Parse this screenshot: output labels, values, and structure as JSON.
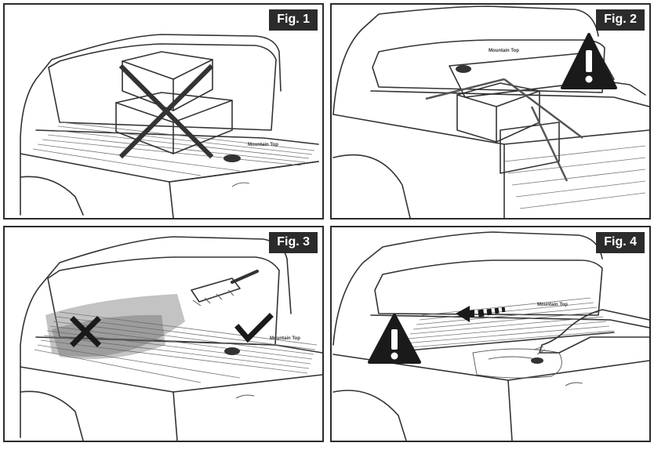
{
  "figures": [
    {
      "label": "Fig. 1"
    },
    {
      "label": "Fig. 2"
    },
    {
      "label": "Fig. 3"
    },
    {
      "label": "Fig. 4"
    }
  ],
  "cover_brand": "Mountain Top",
  "icons": {
    "prohibited": "cross-mark-icon",
    "warning": "warning-triangle-icon",
    "correct": "check-mark-icon",
    "direction": "arrow-left-icon"
  },
  "colors": {
    "label_background": "#2b2b2b",
    "label_text": "#ffffff",
    "line_art": "#333333",
    "panel_border": "#2b2b2b",
    "warning_fill": "#1a1a1a"
  }
}
